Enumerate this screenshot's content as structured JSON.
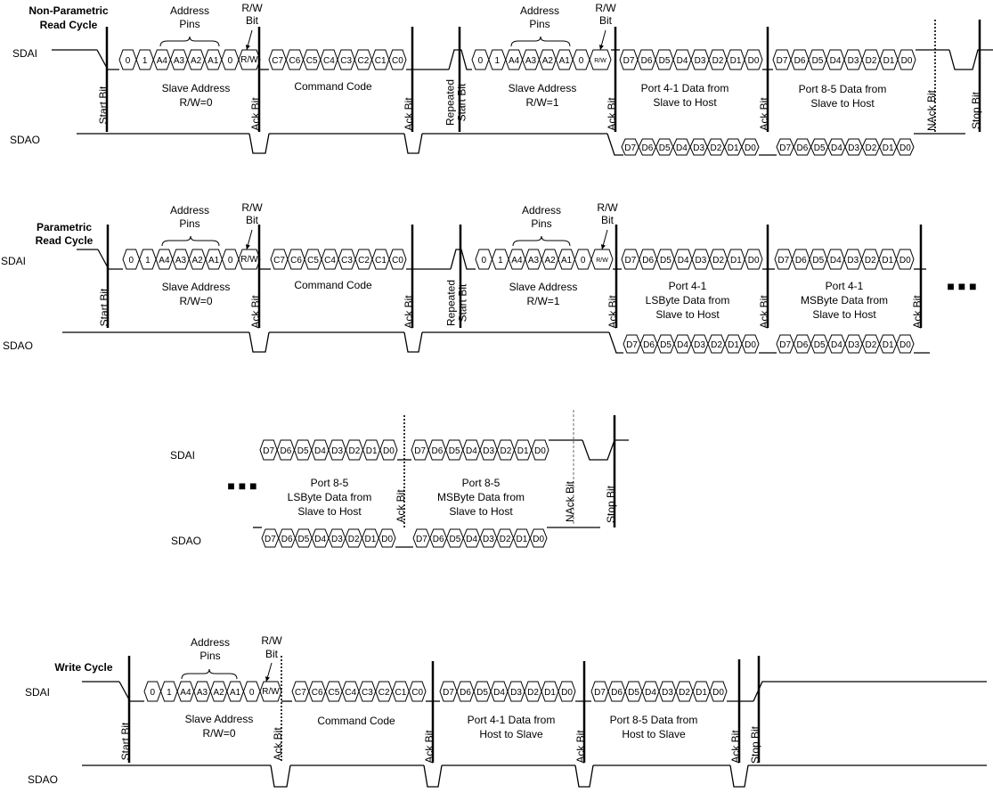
{
  "signals": {
    "sdai": "SDAI",
    "sdao": "SDAO"
  },
  "cell_labels": {
    "slave_address": [
      "0",
      "1",
      "A4",
      "A3",
      "A2",
      "A1",
      "0"
    ],
    "rw": "R/W",
    "command": [
      "C7",
      "C6",
      "C5",
      "C4",
      "C3",
      "C2",
      "C1",
      "C0"
    ],
    "data": [
      "D7",
      "D6",
      "D5",
      "D4",
      "D3",
      "D2",
      "D1",
      "D0"
    ]
  },
  "bits": {
    "start": "Start Bit",
    "ack": "Ack Bit",
    "nack": "NAck Bit",
    "stop": "Stop Bit",
    "repeated_start": [
      "Repeated",
      "Start Bit"
    ]
  },
  "annotations": {
    "address_pins": [
      "Address",
      "Pins"
    ],
    "rw_bit": [
      "R/W",
      "Bit"
    ],
    "slave_address_w": [
      "Slave Address",
      "R/W=0"
    ],
    "slave_address_r": [
      "Slave Address",
      "R/W=1"
    ],
    "command_code": "Command Code",
    "port41_read": [
      "Port 4-1 Data from",
      "Slave to Host"
    ],
    "port85_read": [
      "Port 8-5 Data from",
      "Slave to Host"
    ],
    "port41_lsb": [
      "Port 4-1",
      "LSByte Data from",
      "Slave to Host"
    ],
    "port41_msb": [
      "Port 4-1",
      "MSByte Data from",
      "Slave to Host"
    ],
    "port85_lsb": [
      "Port 8-5",
      "LSByte Data from",
      "Slave to Host"
    ],
    "port85_msb": [
      "Port 8-5",
      "MSByte Data from",
      "Slave to Host"
    ],
    "port41_write": [
      "Port 4-1 Data from",
      "Host to Slave"
    ],
    "port85_write": [
      "Port 8-5 Data from",
      "Host to Slave"
    ],
    "continuation": "■ ■ ■"
  },
  "diagrams": [
    {
      "id": "non-parametric-read",
      "title": [
        "Non-Parametric",
        "Read Cycle"
      ]
    },
    {
      "id": "parametric-read",
      "title": [
        "Parametric",
        "Read Cycle"
      ]
    },
    {
      "id": "parametric-read-continued",
      "title": []
    },
    {
      "id": "write-cycle",
      "title": [
        "Write Cycle"
      ]
    }
  ]
}
